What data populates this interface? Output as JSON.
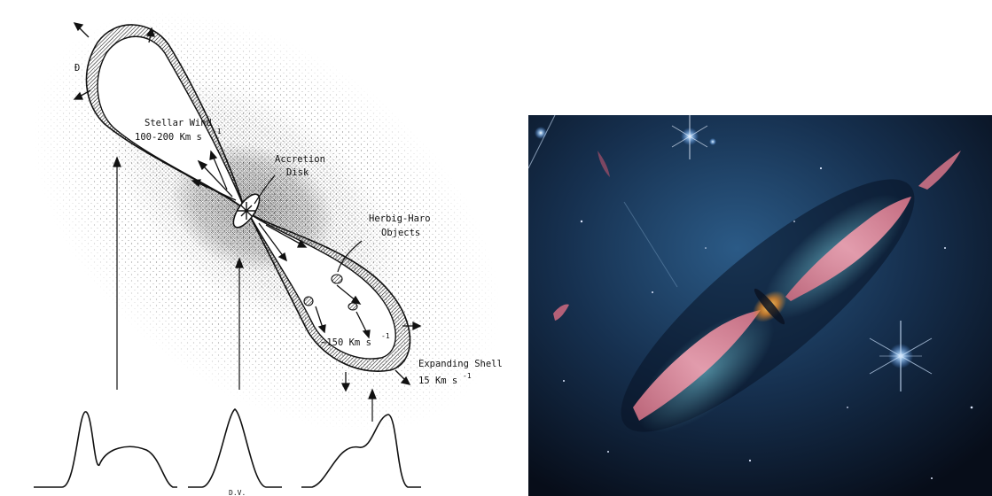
{
  "diagram": {
    "labels": {
      "stellar_wind_l1": "Stellar Wind",
      "stellar_wind_l2": "100-200 Km s",
      "stellar_wind_exp": "-1",
      "accretion_l1": "Accretion",
      "accretion_l2": "Disk",
      "herbig_l1": "Herbig-Haro",
      "herbig_l2": "Objects",
      "speed_inner": "~150 Km s",
      "speed_inner_exp": "-1",
      "shell_l1": "Expanding Shell",
      "shell_l2": "15 Km s",
      "shell_exp": "-1",
      "axis_label": "D.V."
    }
  },
  "photo": {
    "subject": "protostellar-jet-image"
  },
  "colors": {
    "ink": "#111111",
    "space_dark": "#0b1424",
    "space_blue": "#23466e",
    "jet_pink": "#e9879a",
    "core_orange": "#e88a28"
  }
}
